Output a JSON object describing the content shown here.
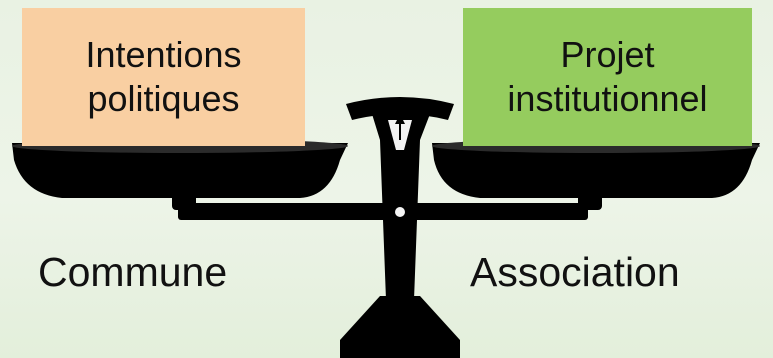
{
  "left_pan": {
    "box_line1": "Intentions",
    "box_line2": "politiques",
    "label": "Commune"
  },
  "right_pan": {
    "box_line1": "Projet",
    "box_line2": "institutionnel",
    "label": "Association"
  },
  "colors": {
    "background": "#ebf3e5",
    "left_box": "#f9cfa2",
    "right_box": "#95cc5e",
    "scale": "#000000"
  },
  "icon": "balance-scale-icon"
}
